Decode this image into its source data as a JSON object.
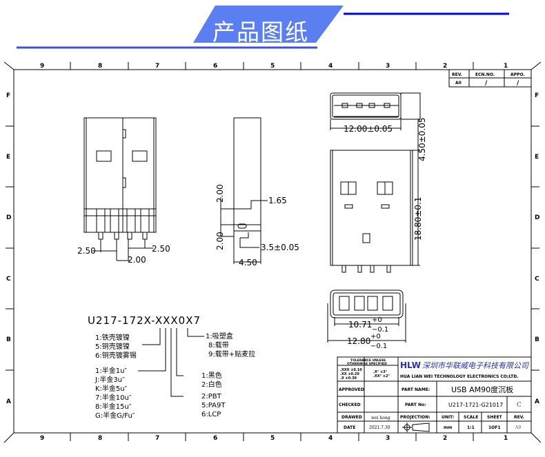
{
  "banner": {
    "title": "产品图纸",
    "accent": "#5b7ef0",
    "line_color": "#0000ee"
  },
  "frame": {
    "top_zones": [
      "9",
      "8",
      "7",
      "6",
      "5",
      "4",
      "3",
      "2",
      "1"
    ],
    "bottom_zones": [
      "9",
      "8",
      "7",
      "6",
      "5",
      "4",
      "3",
      "2",
      "1"
    ],
    "side_zones": [
      "F",
      "E",
      "D",
      "C",
      "B",
      "A"
    ]
  },
  "revision": {
    "headers": [
      "REV.",
      "ECN.NO.",
      "APPO."
    ],
    "row": [
      "A0",
      "/",
      "/"
    ]
  },
  "views": {
    "front": {
      "dims": [
        "2.50",
        "2.50",
        "2.00"
      ]
    },
    "side": {
      "dims": [
        "2.00",
        "1.65",
        "2.00",
        "3.5±0.05",
        "4.50"
      ]
    },
    "top": {
      "dims": [
        "12.00±0.05",
        "4.50±0.05",
        "18.80±0.1"
      ]
    },
    "end": {
      "dim1": {
        "value": "10.71",
        "upper": "+0",
        "lower": "−0.1"
      },
      "dim2": {
        "value": "12.80",
        "upper": "+0",
        "lower": "−0.1"
      }
    }
  },
  "part_code": {
    "code": "U217-172X-XXX0X7",
    "plating": [
      "1:铁壳镀镍",
      "5:铜壳镀镍",
      "6:铜壳镀雾锡"
    ],
    "gold": [
      "1:半金1u″",
      "J:半金3u″",
      "K:半金5u″",
      "7:半金10u″",
      "8:半金15u″",
      "G:半金G/Fu″"
    ],
    "packaging": [
      "1:吸塑盒",
      "8:载带",
      "9:载带+贴麦拉"
    ],
    "color": [
      "1:黑色",
      "2:白色"
    ],
    "material": [
      "2:PBT",
      "5:PA9T",
      "6:LCP"
    ]
  },
  "title_block": {
    "tolerance_title": [
      "TOLERANCE UNLESS",
      "OTHERWISE SPECIFIED"
    ],
    "tol_left": [
      ".XXX ±0.10",
      ".XX  ±0.20",
      ".X   ±0.30"
    ],
    "tol_right": [
      ".X°  ±3°",
      ".XX° ±2°"
    ],
    "company_logo": "HLW",
    "company_cn": "深圳市华联威电子科技有限公司",
    "company_en": "HUA LIAN WEI TECHNOLOGY ELECTRONICS CO;LTD.",
    "approved_label": "APPROVED",
    "checked_label": "CHECKED",
    "drawed_label": "DRAWED",
    "drawed_value": "wei hong",
    "date_label": "DATE",
    "date_value": "2021.7.30",
    "part_name_label": "PART NAME:",
    "part_name_value": "USB AM90度沉板",
    "part_no_label": "PART No:",
    "part_no_value": "U217-1721-G21017",
    "part_rev": "C",
    "projection_label": "PROJECTION:",
    "unit_label": "UNIT:",
    "unit_value": "mm",
    "scale_label": "SCALE",
    "scale_value": "1:1",
    "sheet_label": "SHEET",
    "sheet_value": "1OF1",
    "rev_label": "REV.",
    "rev_value": "A0"
  }
}
